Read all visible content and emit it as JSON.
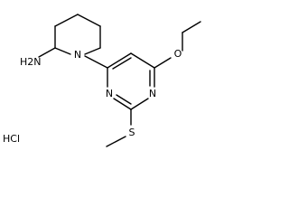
{
  "molecule": {
    "atoms": {
      "amine": "H2N",
      "piperidine_n": "N",
      "pyrimidine_n_left": "N",
      "pyrimidine_n_right": "N",
      "ether_o": "O",
      "thioether_s": "S"
    },
    "salt": "HCl"
  }
}
